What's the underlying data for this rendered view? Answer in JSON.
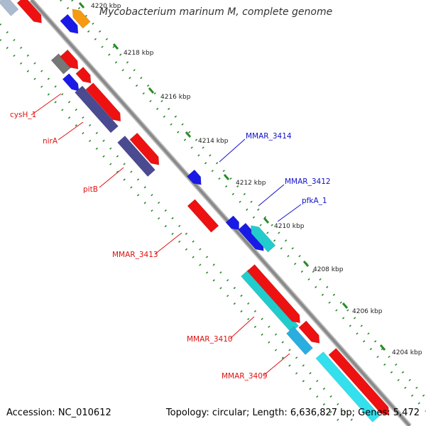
{
  "title": "Mycobacterium marinum M, complete genome",
  "footer": {
    "accession": "Accession: NC_010612",
    "summary": "Topology: circular; Length: 6,636,827 bp; Genes: 5,472"
  },
  "colors": {
    "backbone": "#888888",
    "tick": "#2a8a2a",
    "red": "#ee1111",
    "blue": "#1a1ae6",
    "cyan": "#22cccc",
    "slate": "#4a4a90",
    "orange": "#f59a12",
    "gray": "#777777",
    "label_red": "#dd1111",
    "label_blue": "#1111cc"
  },
  "kbp_ticks": [
    "4220 kbp",
    "4218 kbp",
    "4216 kbp",
    "4214 kbp",
    "4212 kbp",
    "4210 kbp",
    "4208 kbp",
    "4206 kbp",
    "4204 kbp"
  ],
  "labels": [
    {
      "text": "cysH_1",
      "color": "red"
    },
    {
      "text": "nirA",
      "color": "red"
    },
    {
      "text": "pitB",
      "color": "red"
    },
    {
      "text": "MMAR_3413",
      "color": "red"
    },
    {
      "text": "MMAR_3410",
      "color": "red"
    },
    {
      "text": "MMAR_3409",
      "color": "red"
    },
    {
      "text": "MMAR_3414",
      "color": "blue"
    },
    {
      "text": "MMAR_3412",
      "color": "blue"
    },
    {
      "text": "pfkA_1",
      "color": "blue"
    }
  ]
}
